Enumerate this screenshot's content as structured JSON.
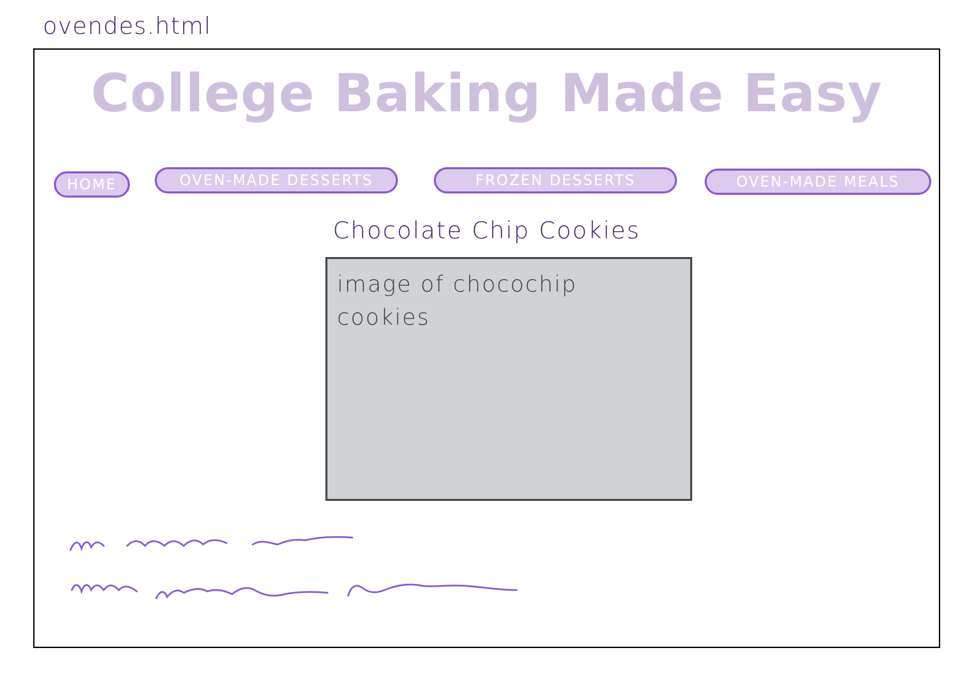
{
  "file": {
    "name": "ovendes.html"
  },
  "header": {
    "title": "College Baking Made Easy"
  },
  "nav": {
    "items": [
      {
        "label": "HOME"
      },
      {
        "label": "OVEN-MADE DESSERTS"
      },
      {
        "label": "FROZEN DESSERTS"
      },
      {
        "label": "OVEN-MADE MEALS"
      }
    ]
  },
  "main": {
    "recipe_title": "Chocolate Chip Cookies",
    "image_placeholder": "image of chocochip cookies"
  },
  "colors": {
    "title": "#cdbfdd",
    "nav_fill": "#dccbee",
    "nav_border": "#8a5cc9",
    "heading_text": "#3d1f6b",
    "placeholder_fill": "#d1d2d5",
    "scribble": "#8a5cc9"
  }
}
